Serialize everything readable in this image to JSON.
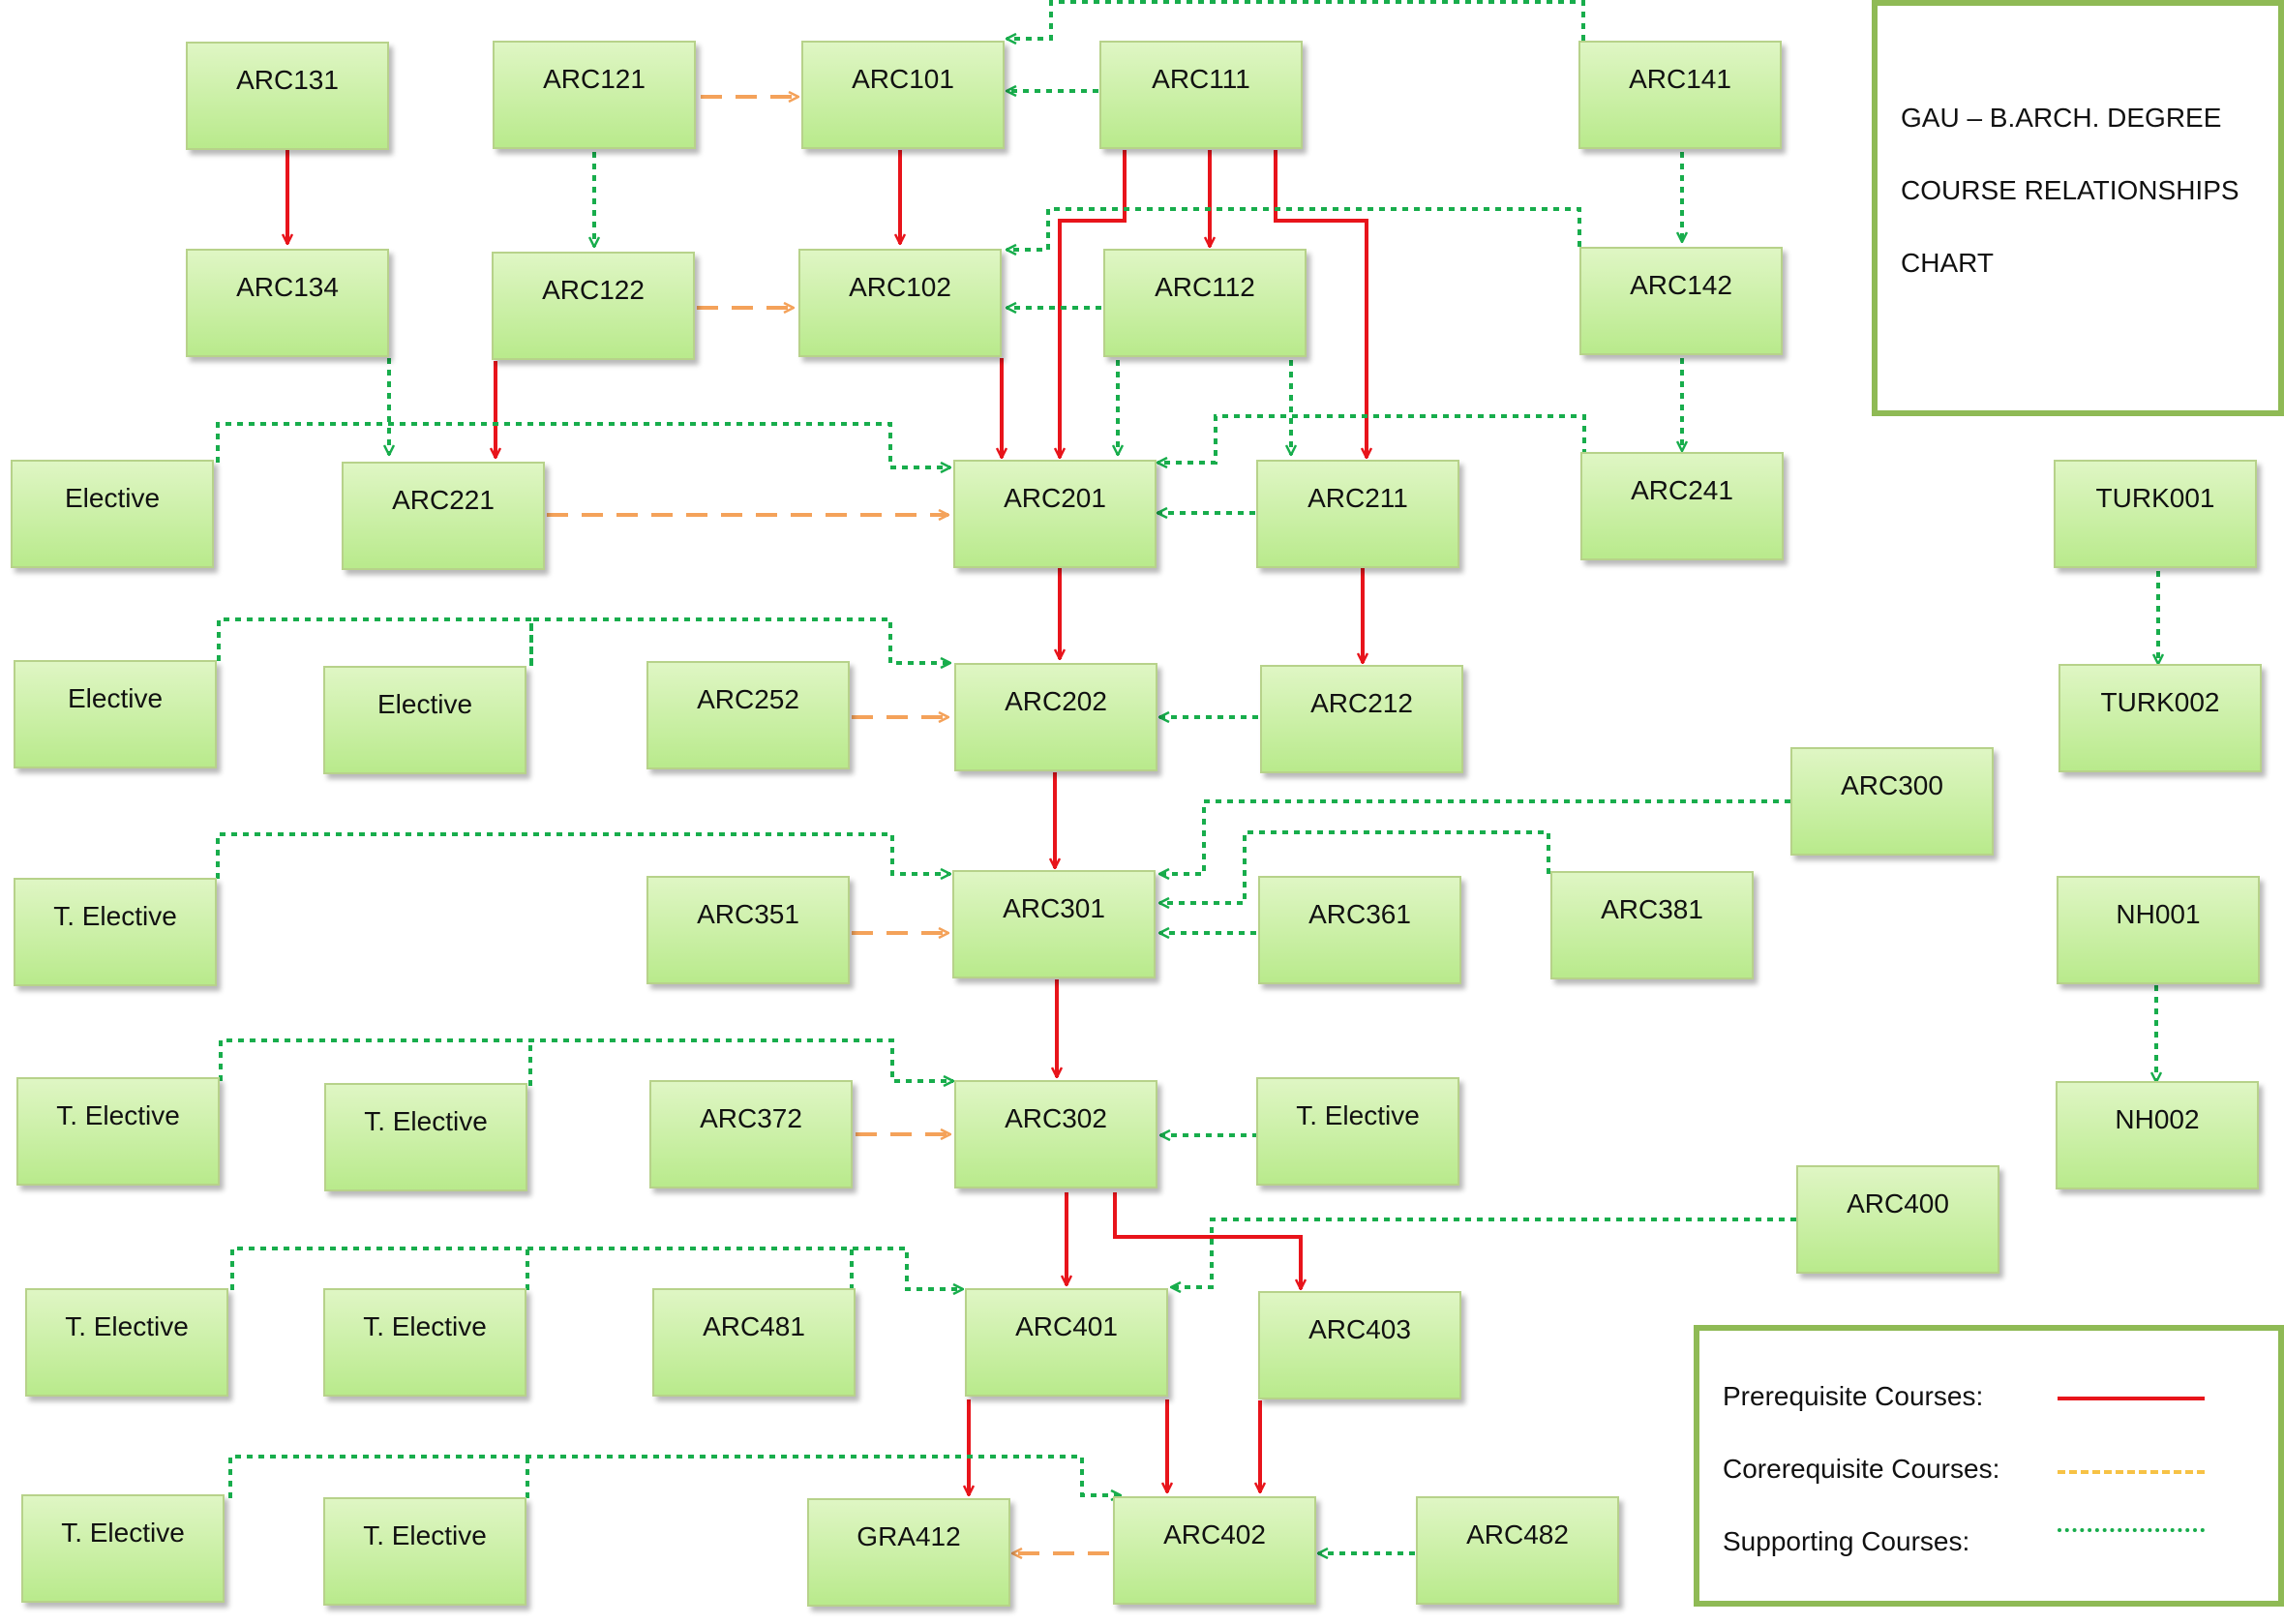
{
  "title": {
    "line1": "GAU – B.ARCH. DEGREE",
    "line2": "COURSE RELATIONSHIPS",
    "line3": "CHART"
  },
  "legend": {
    "prereq_label": "Prerequisite Courses:",
    "coreq_label": "Corerequisite Courses:",
    "support_label": "Supporting Courses:"
  },
  "colors": {
    "prerequisite": "#e8141b",
    "corequisite": "#f4a25a",
    "supporting": "#18ad4c",
    "legend_corequisite": "#f7c245",
    "node_fill_top": "#dff6c4",
    "node_fill_bottom": "#b9ea8c",
    "frame_border": "#8fba55"
  },
  "nodes": {
    "arc131": "ARC131",
    "arc121": "ARC121",
    "arc101": "ARC101",
    "arc111": "ARC111",
    "arc141": "ARC141",
    "arc134": "ARC134",
    "arc122": "ARC122",
    "arc102": "ARC102",
    "arc112": "ARC112",
    "arc142": "ARC142",
    "el1": "Elective",
    "arc221": "ARC221",
    "arc201": "ARC201",
    "arc211": "ARC211",
    "arc241": "ARC241",
    "turk001": "TURK001",
    "el2": "Elective",
    "el3": "Elective",
    "arc252": "ARC252",
    "arc202": "ARC202",
    "arc212": "ARC212",
    "turk002": "TURK002",
    "arc300": "ARC300",
    "te1": "T. Elective",
    "arc351": "ARC351",
    "arc301": "ARC301",
    "arc361": "ARC361",
    "arc381": "ARC381",
    "nh001": "NH001",
    "te2": "T. Elective",
    "te3": "T. Elective",
    "arc372": "ARC372",
    "arc302": "ARC302",
    "te4": "T. Elective",
    "nh002": "NH002",
    "arc400": "ARC400",
    "te5": "T. Elective",
    "te6": "T. Elective",
    "arc481": "ARC481",
    "arc401": "ARC401",
    "arc403": "ARC403",
    "te7": "T. Elective",
    "te8": "T. Elective",
    "gra412": "GRA412",
    "arc402": "ARC402",
    "arc482": "ARC482"
  },
  "relationships": [
    {
      "from": "ARC131",
      "to": "ARC134",
      "type": "prerequisite"
    },
    {
      "from": "ARC101",
      "to": "ARC102",
      "type": "prerequisite"
    },
    {
      "from": "ARC111",
      "to": "ARC112",
      "type": "prerequisite"
    },
    {
      "from": "ARC111",
      "to": "ARC201",
      "type": "prerequisite"
    },
    {
      "from": "ARC111",
      "to": "ARC211",
      "type": "prerequisite"
    },
    {
      "from": "ARC122",
      "to": "ARC221",
      "type": "prerequisite"
    },
    {
      "from": "ARC102",
      "to": "ARC201",
      "type": "prerequisite"
    },
    {
      "from": "ARC201",
      "to": "ARC202",
      "type": "prerequisite"
    },
    {
      "from": "ARC211",
      "to": "ARC212",
      "type": "prerequisite"
    },
    {
      "from": "ARC202",
      "to": "ARC301",
      "type": "prerequisite"
    },
    {
      "from": "ARC301",
      "to": "ARC302",
      "type": "prerequisite"
    },
    {
      "from": "ARC302",
      "to": "ARC401",
      "type": "prerequisite"
    },
    {
      "from": "ARC302",
      "to": "ARC403",
      "type": "prerequisite"
    },
    {
      "from": "ARC401",
      "to": "GRA412",
      "type": "prerequisite"
    },
    {
      "from": "ARC401",
      "to": "ARC402",
      "type": "prerequisite"
    },
    {
      "from": "ARC403",
      "to": "ARC402",
      "type": "prerequisite"
    },
    {
      "from": "ARC121",
      "to": "ARC101",
      "type": "corequisite"
    },
    {
      "from": "ARC122",
      "to": "ARC102",
      "type": "corequisite"
    },
    {
      "from": "ARC221",
      "to": "ARC201",
      "type": "corequisite"
    },
    {
      "from": "ARC252",
      "to": "ARC202",
      "type": "corequisite"
    },
    {
      "from": "ARC351",
      "to": "ARC301",
      "type": "corequisite"
    },
    {
      "from": "ARC372",
      "to": "ARC302",
      "type": "corequisite"
    },
    {
      "from": "ARC402",
      "to": "GRA412",
      "type": "corequisite"
    },
    {
      "from": "ARC111",
      "to": "ARC101",
      "type": "supporting"
    },
    {
      "from": "ARC141",
      "to": "ARC101",
      "type": "supporting"
    },
    {
      "from": "ARC121",
      "to": "ARC122",
      "type": "supporting"
    },
    {
      "from": "ARC112",
      "to": "ARC102",
      "type": "supporting"
    },
    {
      "from": "ARC142",
      "to": "ARC102",
      "type": "supporting"
    },
    {
      "from": "ARC141",
      "to": "ARC142",
      "type": "supporting"
    },
    {
      "from": "ARC142",
      "to": "ARC241",
      "type": "supporting"
    },
    {
      "from": "ARC134",
      "to": "ARC221",
      "type": "supporting"
    },
    {
      "from": "Elective",
      "to": "ARC201",
      "type": "supporting"
    },
    {
      "from": "ARC112",
      "to": "ARC201",
      "type": "supporting"
    },
    {
      "from": "ARC112",
      "to": "ARC211",
      "type": "supporting"
    },
    {
      "from": "ARC241",
      "to": "ARC201",
      "type": "supporting"
    },
    {
      "from": "ARC211",
      "to": "ARC201",
      "type": "supporting"
    },
    {
      "from": "Elective",
      "to": "ARC202",
      "type": "supporting"
    },
    {
      "from": "ARC212",
      "to": "ARC202",
      "type": "supporting"
    },
    {
      "from": "TURK001",
      "to": "TURK002",
      "type": "supporting"
    },
    {
      "from": "T. Elective",
      "to": "ARC301",
      "type": "supporting"
    },
    {
      "from": "ARC300",
      "to": "ARC301",
      "type": "supporting"
    },
    {
      "from": "ARC381",
      "to": "ARC301",
      "type": "supporting"
    },
    {
      "from": "ARC361",
      "to": "ARC301",
      "type": "supporting"
    },
    {
      "from": "NH001",
      "to": "NH002",
      "type": "supporting"
    },
    {
      "from": "T. Elective",
      "to": "ARC302",
      "type": "supporting"
    },
    {
      "from": "ARC400",
      "to": "ARC401",
      "type": "supporting"
    },
    {
      "from": "T. Elective",
      "to": "ARC401",
      "type": "supporting"
    },
    {
      "from": "ARC481",
      "to": "ARC401",
      "type": "supporting"
    },
    {
      "from": "T. Elective",
      "to": "ARC402",
      "type": "supporting"
    },
    {
      "from": "ARC482",
      "to": "ARC402",
      "type": "supporting"
    }
  ]
}
